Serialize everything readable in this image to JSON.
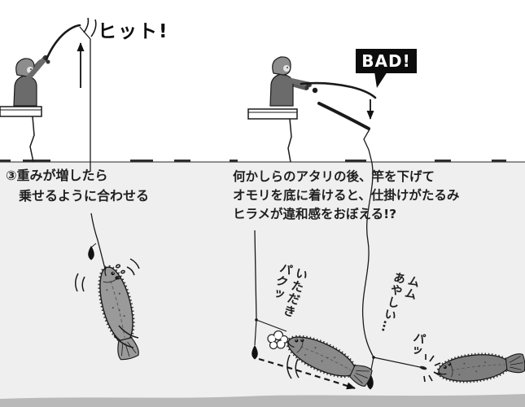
{
  "scene": {
    "hit_label": "ヒット!",
    "bad_label": "BAD!",
    "left_caption": "③重みが増したら\n　乗せるように合わせる",
    "right_caption": "何かしらのアタリの後、竿を下げて\nオモリを底に着けると、仕掛けがたるみ\nヒラメが違和感をおぼえる!?",
    "bite_speech": "いただき\nパクッ",
    "suspicious_speech": "ムム\nあやしい…",
    "spit_speech": "パッ",
    "colors": {
      "water": "#efefef",
      "seabed": "#b9b9b9",
      "ink": "#1a1a1a",
      "figure": "#6b6b6b",
      "figure_head": "#8d8d8d",
      "fish_left": "#9a9a9a",
      "fish_mid": "#8a8a8a",
      "fish_dark": "#7d7d7d",
      "bad_box": "#0c0c0c",
      "bad_text": "#ffffff",
      "text": "#1f1f1f"
    }
  }
}
